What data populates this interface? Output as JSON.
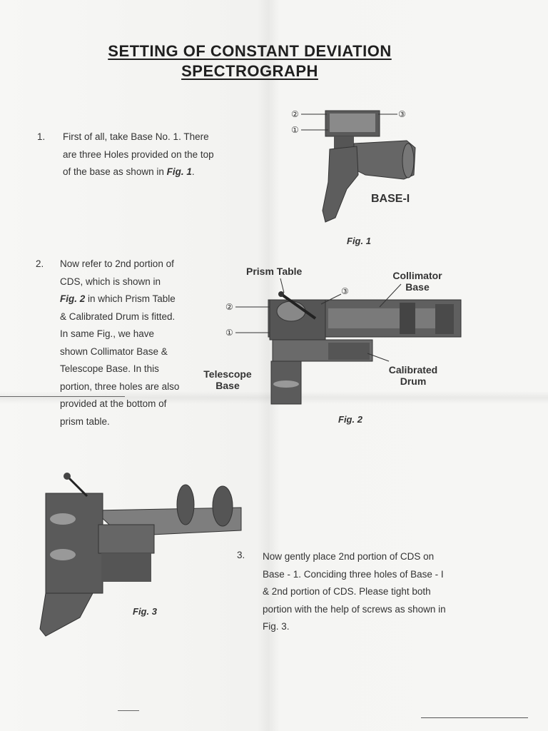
{
  "title": {
    "line1": "SETTING OF CONSTANT DEVIATION",
    "line2": "SPECTROGRAPH"
  },
  "steps": [
    {
      "num": "1.",
      "lines": [
        "First of all, take Base No. 1. There",
        "are three Holes provided on the top",
        "of the base as shown in ",
        "Fig. 1",
        "."
      ]
    },
    {
      "num": "2.",
      "lines": [
        "Now refer to 2nd portion of",
        "CDS, which is shown in",
        "Fig. 2",
        " in which Prism Table",
        "& Calibrated Drum is fitted.",
        "In same Fig., we have",
        "shown Collimator Base &",
        "Telescope Base. In this",
        "portion, three holes are also",
        "provided at the bottom of",
        "prism table."
      ]
    },
    {
      "num": "3.",
      "lines": [
        "Now gently place 2nd portion of CDS on",
        "Base - 1. Conciding three holes of Base - I",
        "& 2nd portion of CDS. Please tight both",
        "portion with the help of screws as shown in",
        "Fig. 3."
      ]
    }
  ],
  "fig1": {
    "caption": "Fig. 1",
    "label": "BASE-I",
    "markers": [
      "②",
      "①",
      "③"
    ]
  },
  "fig2": {
    "caption": "Fig. 2",
    "prism_table": "Prism Table",
    "collimator": [
      "Collimator",
      "Base"
    ],
    "calibrated": [
      "Calibrated",
      "Drum"
    ],
    "telescope": [
      "Telescope",
      "Base"
    ],
    "markers": [
      "③",
      "②",
      "①"
    ]
  },
  "fig3": {
    "caption": "Fig. 3"
  },
  "colors": {
    "ink": "#2a2a2a",
    "metal_dark": "#4a4a4a",
    "metal_mid": "#777777",
    "paper": "#f4f4f2"
  }
}
